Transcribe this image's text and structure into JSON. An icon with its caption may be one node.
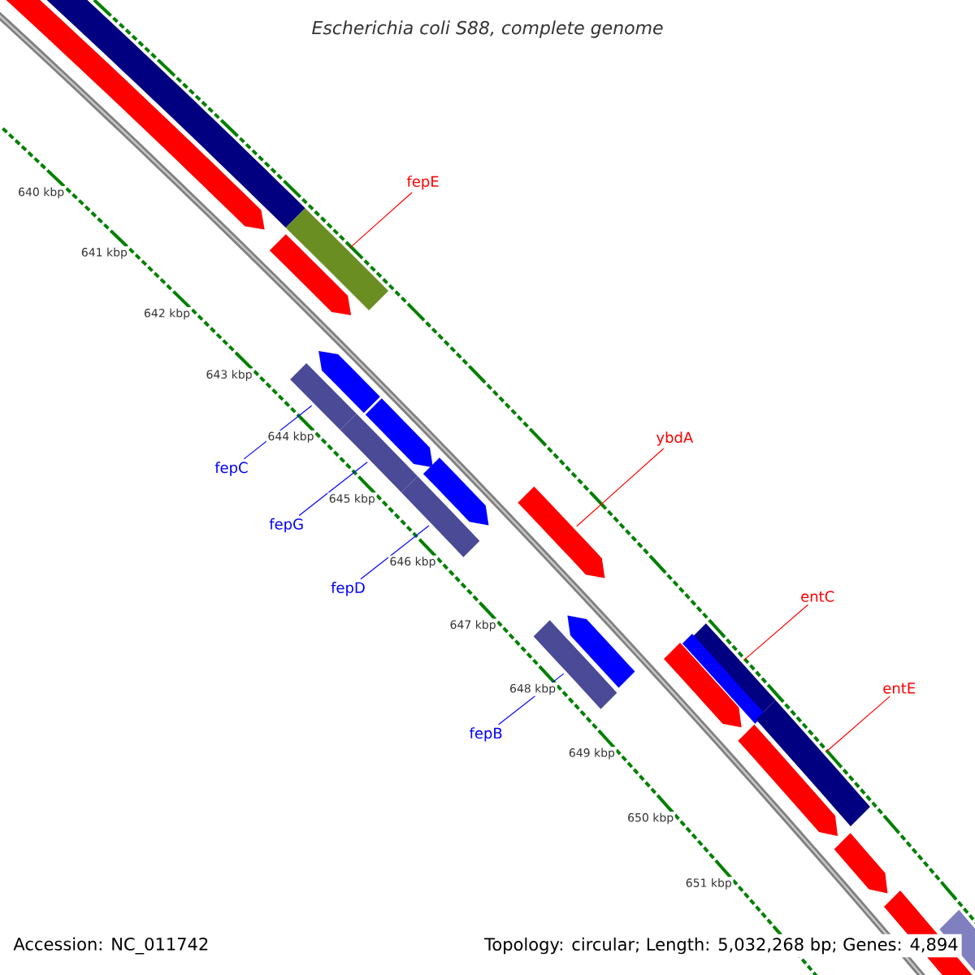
{
  "diagram": {
    "title": "Escherichia coli S88, complete genome",
    "nodes": [
      {
        "text": [
          "fepE"
        ]
      },
      {
        "text": [
          "ybdA"
        ]
      },
      {
        "text": [
          "entC"
        ]
      },
      {
        "text": [
          "entE"
        ]
      },
      {
        "text": [
          "fepC"
        ]
      },
      {
        "text": [
          "fepG"
        ]
      },
      {
        "text": [
          "fepD"
        ]
      },
      {
        "text": [
          "fepB"
        ]
      },
      {
        "text": [],
        "shape": "bar"
      },
      {
        "text": [],
        "shape": "bar"
      },
      {
        "text": [],
        "shape": "bar"
      },
      {
        "text": [],
        "shape": "bar"
      },
      {
        "text": [],
        "shape": "bar"
      },
      {
        "text": [],
        "shape": "bar"
      },
      {
        "text": [],
        "shape": "bar"
      },
      {
        "text": [],
        "shape": "bar"
      }
    ],
    "edges": [
      {
        "from": 0,
        "to": 8,
        "arrow": "none",
        "color": "#ff0000"
      },
      {
        "from": 1,
        "to": 9,
        "arrow": "none",
        "color": "#ff0000"
      },
      {
        "from": 2,
        "to": 10,
        "arrow": "none",
        "color": "#ff0000"
      },
      {
        "from": 3,
        "to": 11,
        "arrow": "none",
        "color": "#ff0000"
      },
      {
        "from": 4,
        "to": 12,
        "arrow": "none",
        "color": "#0000ff"
      },
      {
        "from": 5,
        "to": 13,
        "arrow": "none",
        "color": "#0000ff"
      },
      {
        "from": 6,
        "to": 14,
        "arrow": "none",
        "color": "#0000ff"
      },
      {
        "from": 7,
        "to": 15,
        "arrow": "none",
        "color": "#0000ff"
      }
    ],
    "labels": [
      "640 kbp",
      "641 kbp",
      "642 kbp",
      "643 kbp",
      "644 kbp",
      "645 kbp",
      "646 kbp",
      "647 kbp",
      "648 kbp",
      "649 kbp",
      "650 kbp",
      "651 kbp",
      "Accession: NC_011742",
      "Topology: circular; Length: 5,032,268 bp; Genes: 4,894"
    ]
  }
}
